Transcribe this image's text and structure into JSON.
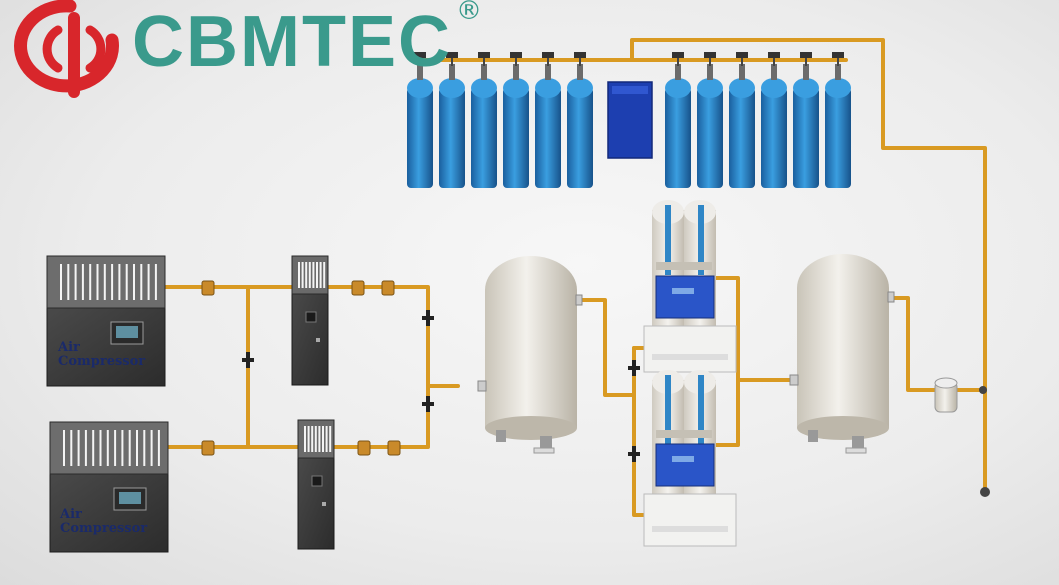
{
  "brand": {
    "name": "CBMTEC",
    "registered_mark": "®",
    "text_color": "#3a9a8c",
    "logo_color": "#d8262b"
  },
  "compressors": [
    {
      "line1": "Air",
      "line2": "Compressor"
    },
    {
      "line1": "Air",
      "line2": "Compressor"
    }
  ],
  "colors": {
    "pipe": "#e0a22a",
    "cylinder": "#2b7fc4",
    "manifold_box": "#1d3fb0",
    "tank": "#e4e0d6",
    "controller": "#2a55c8",
    "machine_body": "#3b3b3b"
  }
}
